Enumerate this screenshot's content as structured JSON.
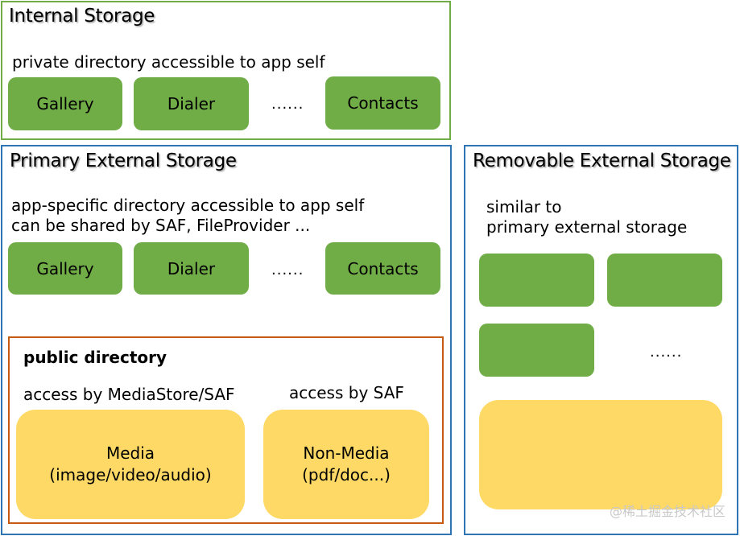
{
  "internal": {
    "title": "Internal Storage",
    "description": "private directory accessible to app self",
    "apps": [
      "Gallery",
      "Dialer",
      "Contacts"
    ],
    "ellipsis": "......",
    "border_color": "#70ad47"
  },
  "primary": {
    "title": "Primary External Storage",
    "description_line1": "app-specific directory accessible to app self",
    "description_line2": "can be shared by SAF, FileProvider ...",
    "apps": [
      "Gallery",
      "Dialer",
      "Contacts"
    ],
    "ellipsis": "......",
    "border_color": "#2e75b6",
    "public": {
      "title": "public directory",
      "media_access": "access by MediaStore/SAF",
      "nonmedia_access": "access by SAF",
      "media_line1": "Media",
      "media_line2": "(image/video/audio)",
      "nonmedia_line1": "Non-Media",
      "nonmedia_line2": "(pdf/doc...)",
      "border_color": "#c55a11"
    }
  },
  "removable": {
    "title": "Removable External Storage",
    "description_line1": "similar to",
    "description_line2": "primary external storage",
    "ellipsis": "......",
    "border_color": "#2e75b6"
  },
  "colors": {
    "app_block": "#70ad47",
    "directory_block": "#ffd966"
  },
  "watermark": "@稀土掘金技术社区"
}
